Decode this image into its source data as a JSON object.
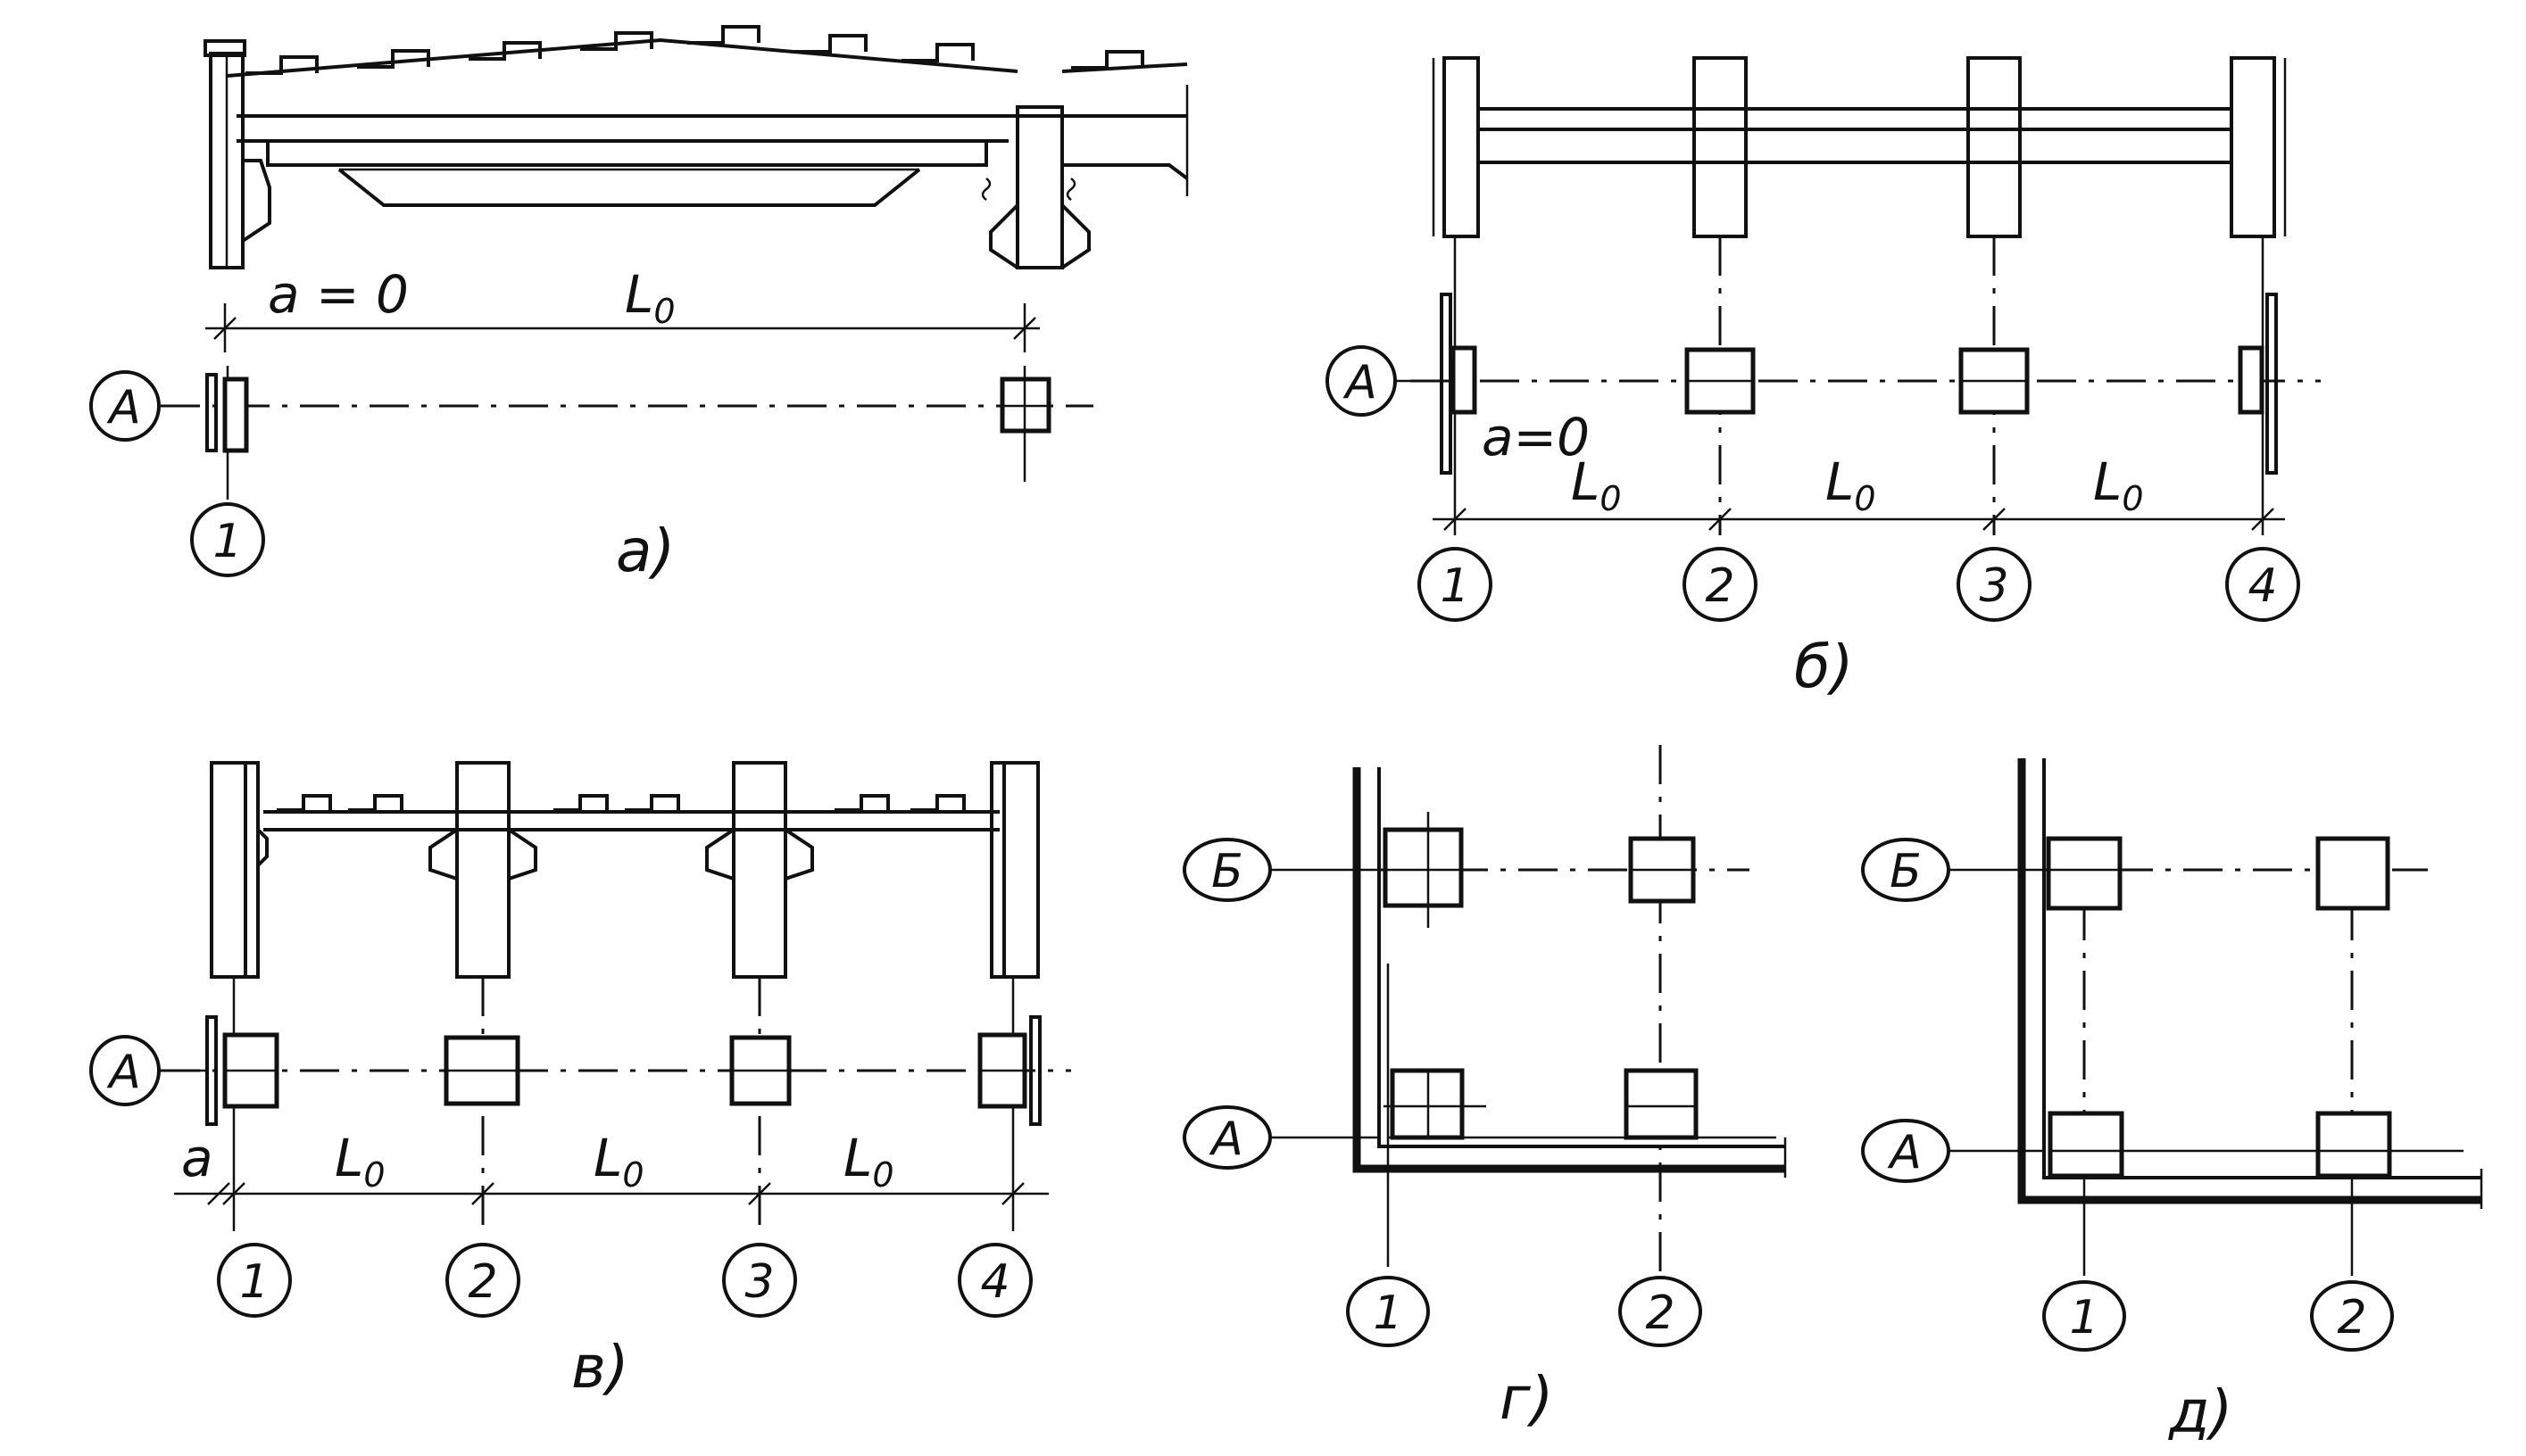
{
  "panels": {
    "a": {
      "caption": "a)",
      "dim_a": "a = 0",
      "span_main": "L",
      "span_sub": "0",
      "row_axis": "A",
      "col_axes": [
        "1"
      ]
    },
    "b": {
      "caption": "б)",
      "dim_a": "a=0",
      "span_main": "L",
      "span_sub": "0",
      "row_axis": "A",
      "col_axes": [
        "1",
        "2",
        "3",
        "4"
      ]
    },
    "v": {
      "caption": "в)",
      "dim_a": "a",
      "span_main": "L",
      "span_sub": "0",
      "row_axis": "A",
      "col_axes": [
        "1",
        "2",
        "3",
        "4"
      ]
    },
    "g": {
      "caption": "г)",
      "row_axes": [
        "Б",
        "A"
      ],
      "col_axes": [
        "1",
        "2"
      ]
    },
    "d": {
      "caption": "д)",
      "row_axes": [
        "Б",
        "A"
      ],
      "col_axes": [
        "1",
        "2"
      ]
    }
  }
}
